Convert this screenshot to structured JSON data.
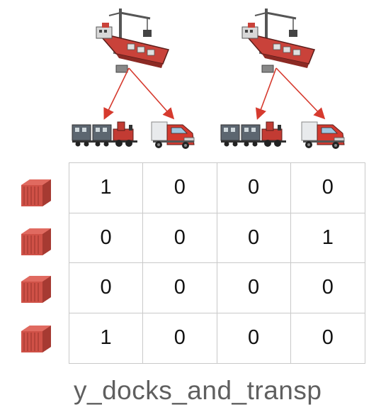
{
  "colors": {
    "arrow": "#d63a2e",
    "container": "#d0544a",
    "grid": "#c9c9c9",
    "caption": "#5f5f5f"
  },
  "icons": {
    "docks": [
      "ship-crane-icon",
      "ship-crane-icon"
    ],
    "transports": [
      "train-icon",
      "truck-icon",
      "train-icon",
      "truck-icon"
    ],
    "rows": [
      "container-icon",
      "container-icon",
      "container-icon",
      "container-icon"
    ]
  },
  "matrix": {
    "rows": [
      [
        "1",
        "0",
        "0",
        "0"
      ],
      [
        "0",
        "0",
        "0",
        "1"
      ],
      [
        "0",
        "0",
        "0",
        "0"
      ],
      [
        "1",
        "0",
        "0",
        "0"
      ]
    ]
  },
  "caption": "y_docks_and_transp"
}
